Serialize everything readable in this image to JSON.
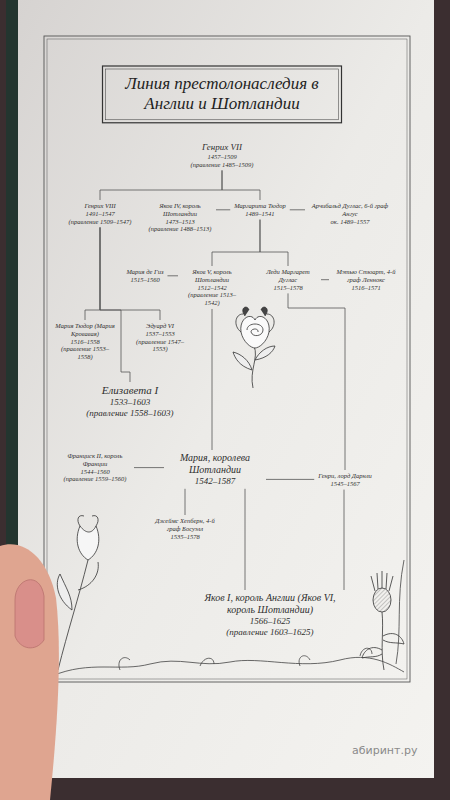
{
  "diagram": {
    "title": "Линия престолонаследия в Англии и Шотландии",
    "nodes": [
      {
        "text": [
          "Генрих VII",
          "1457–1509",
          "(правление 1485–1509)"
        ]
      },
      {
        "text": [
          "Генрих VIII",
          "1491–1547",
          "(правление 1509–1547)"
        ]
      },
      {
        "text": [
          "Яков IV, король Шотландии",
          "1473–1513",
          "(правление 1488–1513)"
        ]
      },
      {
        "text": [
          "Маргарита Тюдор",
          "1489–1541"
        ]
      },
      {
        "text": [
          "Арчибальд Дуглас, 6-й граф Ангус",
          "ок. 1489–1557"
        ]
      },
      {
        "text": [
          "Мария де Гиз",
          "1515–1560"
        ]
      },
      {
        "text": [
          "Мария Тюдор (Мария Кровавая)",
          "1516–1558",
          "(правление 1553–1558)"
        ]
      },
      {
        "text": [
          "Эдуард VI",
          "1537–1553",
          "(правление 1547–1553)"
        ]
      },
      {
        "text": [
          "Яков V, король Шотландии",
          "1512–1542",
          "(правление 1513–1542)"
        ]
      },
      {
        "text": [
          "Леди Маргарет Дуглас",
          "1515–1578"
        ]
      },
      {
        "text": [
          "Мэтью Стюарт, 4-й граф Леннокс",
          "1516–1571"
        ]
      },
      {
        "text": [
          "Елизавета I",
          "1533–1603",
          "(правление 1558–1603)"
        ]
      },
      {
        "text": [
          "Франциск II, король Франции",
          "1544–1560",
          "(правление 1559–1560)"
        ]
      },
      {
        "text": [
          "Мария, королева Шотландии",
          "1542–1587"
        ]
      },
      {
        "text": [
          "Джеймс Хепберн, 4-й граф Босуэлл",
          "1535–1578"
        ]
      },
      {
        "text": [
          "Генри, лорд Дарнли",
          "1545–1567"
        ]
      },
      {
        "text": [
          "Яков I, король Англии (Яков VI, король Шотландии)",
          "1566–1625",
          "(правление 1603–1625)"
        ]
      }
    ],
    "edges": [
      {
        "from": 0,
        "to": 1,
        "arrow": "none"
      },
      {
        "from": 0,
        "to": 3,
        "arrow": "none"
      },
      {
        "from": 2,
        "to": 3,
        "arrow": "none"
      },
      {
        "from": 3,
        "to": 4,
        "arrow": "none"
      },
      {
        "from": 3,
        "to": 8,
        "arrow": "none"
      },
      {
        "from": 3,
        "to": 9,
        "arrow": "none"
      },
      {
        "from": 5,
        "to": 8,
        "arrow": "none"
      },
      {
        "from": 1,
        "to": 6,
        "arrow": "none"
      },
      {
        "from": 1,
        "to": 7,
        "arrow": "none"
      },
      {
        "from": 1,
        "to": 11,
        "arrow": "none"
      },
      {
        "from": 8,
        "to": 13,
        "arrow": "none"
      },
      {
        "from": 9,
        "to": 10,
        "arrow": "none"
      },
      {
        "from": 9,
        "to": 15,
        "arrow": "none"
      },
      {
        "from": 12,
        "to": 13,
        "arrow": "none"
      },
      {
        "from": 13,
        "to": 14,
        "arrow": "none"
      },
      {
        "from": 13,
        "to": 15,
        "arrow": "none"
      },
      {
        "from": 13,
        "to": 16,
        "arrow": "none"
      },
      {
        "from": 15,
        "to": 16,
        "arrow": "none"
      }
    ],
    "labels": [
      "абиринт.ру"
    ]
  }
}
